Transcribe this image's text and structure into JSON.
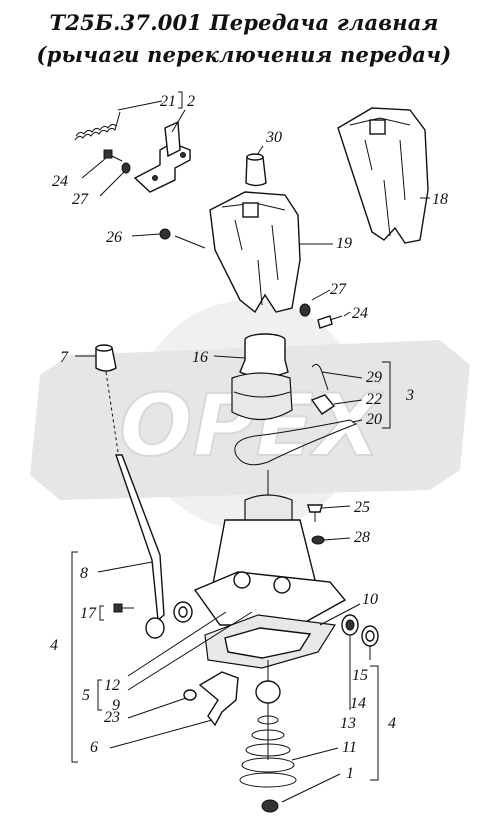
{
  "title_line1": "Т25Б.37.001 Передача главная",
  "title_line2": "(рычаги переключения передач)",
  "watermark": "ОРЕХ",
  "labels": {
    "l21": "21",
    "l2": "2",
    "l30": "30",
    "l24a": "24",
    "l27a": "27",
    "l18": "18",
    "l26": "26",
    "l19": "19",
    "l27b": "27",
    "l24b": "24",
    "l7": "7",
    "l16": "16",
    "l29": "29",
    "l22": "22",
    "l3": "3",
    "l20": "20",
    "l25": "25",
    "l28": "28",
    "l8": "8",
    "l10": "10",
    "l17": "17",
    "l4a": "4",
    "l15": "15",
    "l12": "12",
    "l9": "9",
    "l5": "5",
    "l14": "14",
    "l13": "13",
    "l4b": "4",
    "l23": "23",
    "l11": "11",
    "l6": "6",
    "l1": "1"
  }
}
